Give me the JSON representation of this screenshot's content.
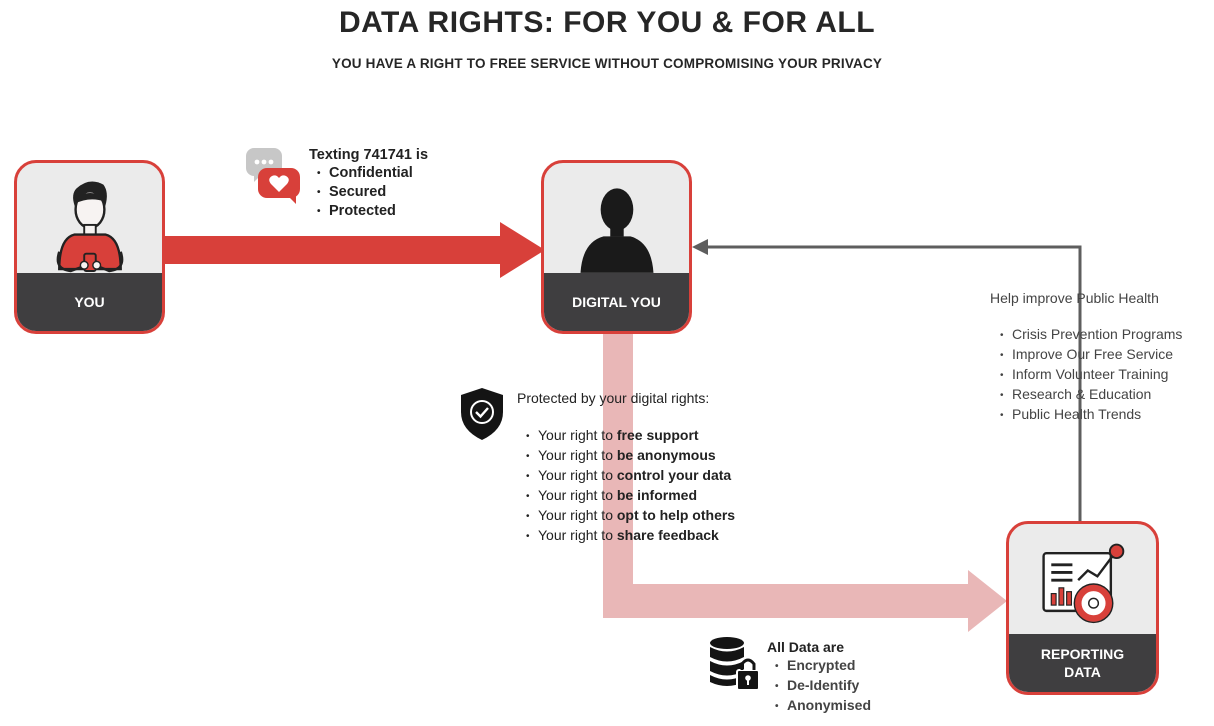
{
  "header": {
    "title": "DATA RIGHTS: FOR YOU & FOR ALL",
    "subtitle": "YOU HAVE A RIGHT TO FREE SERVICE WITHOUT COMPROMISING YOUR PRIVACY"
  },
  "nodes": {
    "you": "YOU",
    "digital_you": "DIGITAL YOU",
    "reporting_data": "REPORTING DATA"
  },
  "texting": {
    "heading": "Texting 741741 is",
    "items": [
      "Confidential",
      "Secured",
      "Protected"
    ]
  },
  "rights": {
    "heading": "Protected by your digital rights:",
    "prefix": "Your right to",
    "items": [
      "free support",
      "be anonymous",
      "control your data",
      "be informed",
      "opt to help others",
      "share feedback"
    ]
  },
  "public_health": {
    "heading": "Help improve Public Health",
    "items": [
      "Crisis Prevention Programs",
      "Improve Our Free Service",
      "Inform Volunteer Training",
      "Research & Education",
      "Public Health Trends"
    ]
  },
  "all_data": {
    "heading": "All Data are",
    "items": [
      "Encrypted",
      "De-Identify",
      "Anonymised"
    ]
  },
  "icons": {
    "chat": "chat-heart-icon",
    "shield": "shield-check-icon",
    "database": "database-lock-icon",
    "person": "person-icon",
    "silhouette": "silhouette-icon",
    "report": "report-chart-icon"
  },
  "colors": {
    "accent_red": "#d8403a",
    "light_red": "#e9b7b7",
    "dark_label": "#3f3e40",
    "card_bg": "#ebebeb",
    "feedback_gray": "#5e5e5e"
  }
}
